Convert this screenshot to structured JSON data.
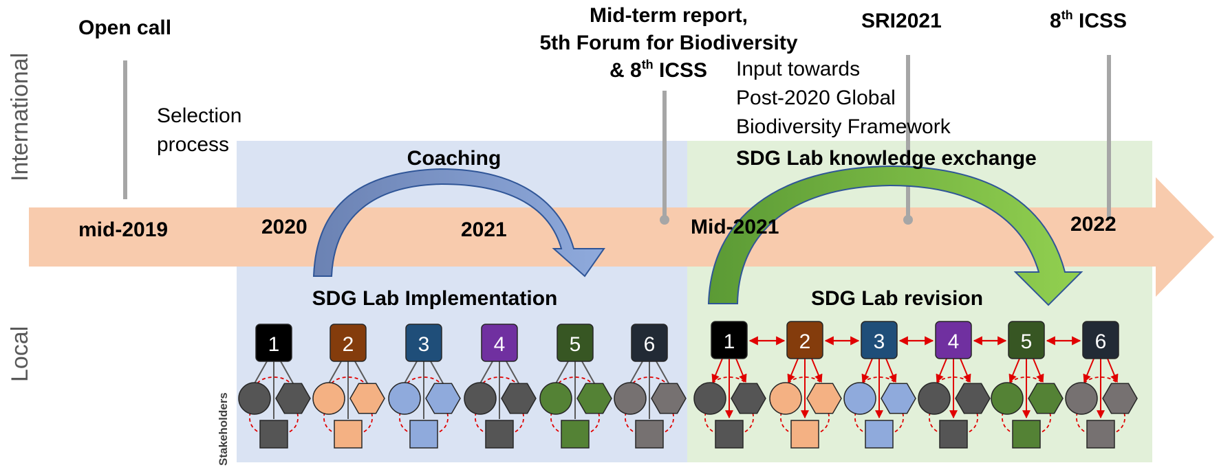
{
  "axis_labels": {
    "international": "International",
    "local": "Local",
    "stakeholders": "Stakeholders"
  },
  "timeline": {
    "points": [
      "mid-2019",
      "2020",
      "2021",
      "Mid-2021",
      "2022"
    ]
  },
  "events": {
    "open_call": "Open call",
    "selection": [
      "Selection",
      "process"
    ],
    "midterm": [
      "Mid-term report,",
      "5th Forum for Biodiversity"
    ],
    "midterm_icss_prefix": "& 8",
    "midterm_icss_sup": "th",
    "midterm_icss_suffix": " ICSS",
    "sri": "SRI2021",
    "icss_prefix": "8",
    "icss_sup": "th",
    "icss_suffix": " ICSS",
    "input": [
      "Input towards",
      "Post-2020 Global",
      "Biodiversity Framework"
    ]
  },
  "phases": {
    "coaching": "Coaching",
    "knowledge_exchange": "SDG Lab knowledge exchange",
    "implementation": "SDG Lab Implementation",
    "revision": "SDG Lab revision"
  },
  "labs": [
    {
      "label": "1",
      "color": "#000000",
      "stakeholder_color": "#555555"
    },
    {
      "label": "2",
      "color": "#843c0c",
      "stakeholder_color": "#f4b183"
    },
    {
      "label": "3",
      "color": "#1f4e79",
      "stakeholder_color": "#8faadc"
    },
    {
      "label": "4",
      "color": "#7030a0",
      "stakeholder_color": "#555555"
    },
    {
      "label": "5",
      "color": "#375623",
      "stakeholder_color": "#548235"
    },
    {
      "label": "6",
      "color": "#222a35",
      "stakeholder_color": "#767171"
    }
  ],
  "colors": {
    "timeline_band": "#f8cbad",
    "implementation_bg": "#dae3f3",
    "revision_bg": "#e2f0d9",
    "coaching_arrow": "#7d94c4",
    "exchange_arrow": "#7ab648",
    "connector_red": "#e00000"
  }
}
